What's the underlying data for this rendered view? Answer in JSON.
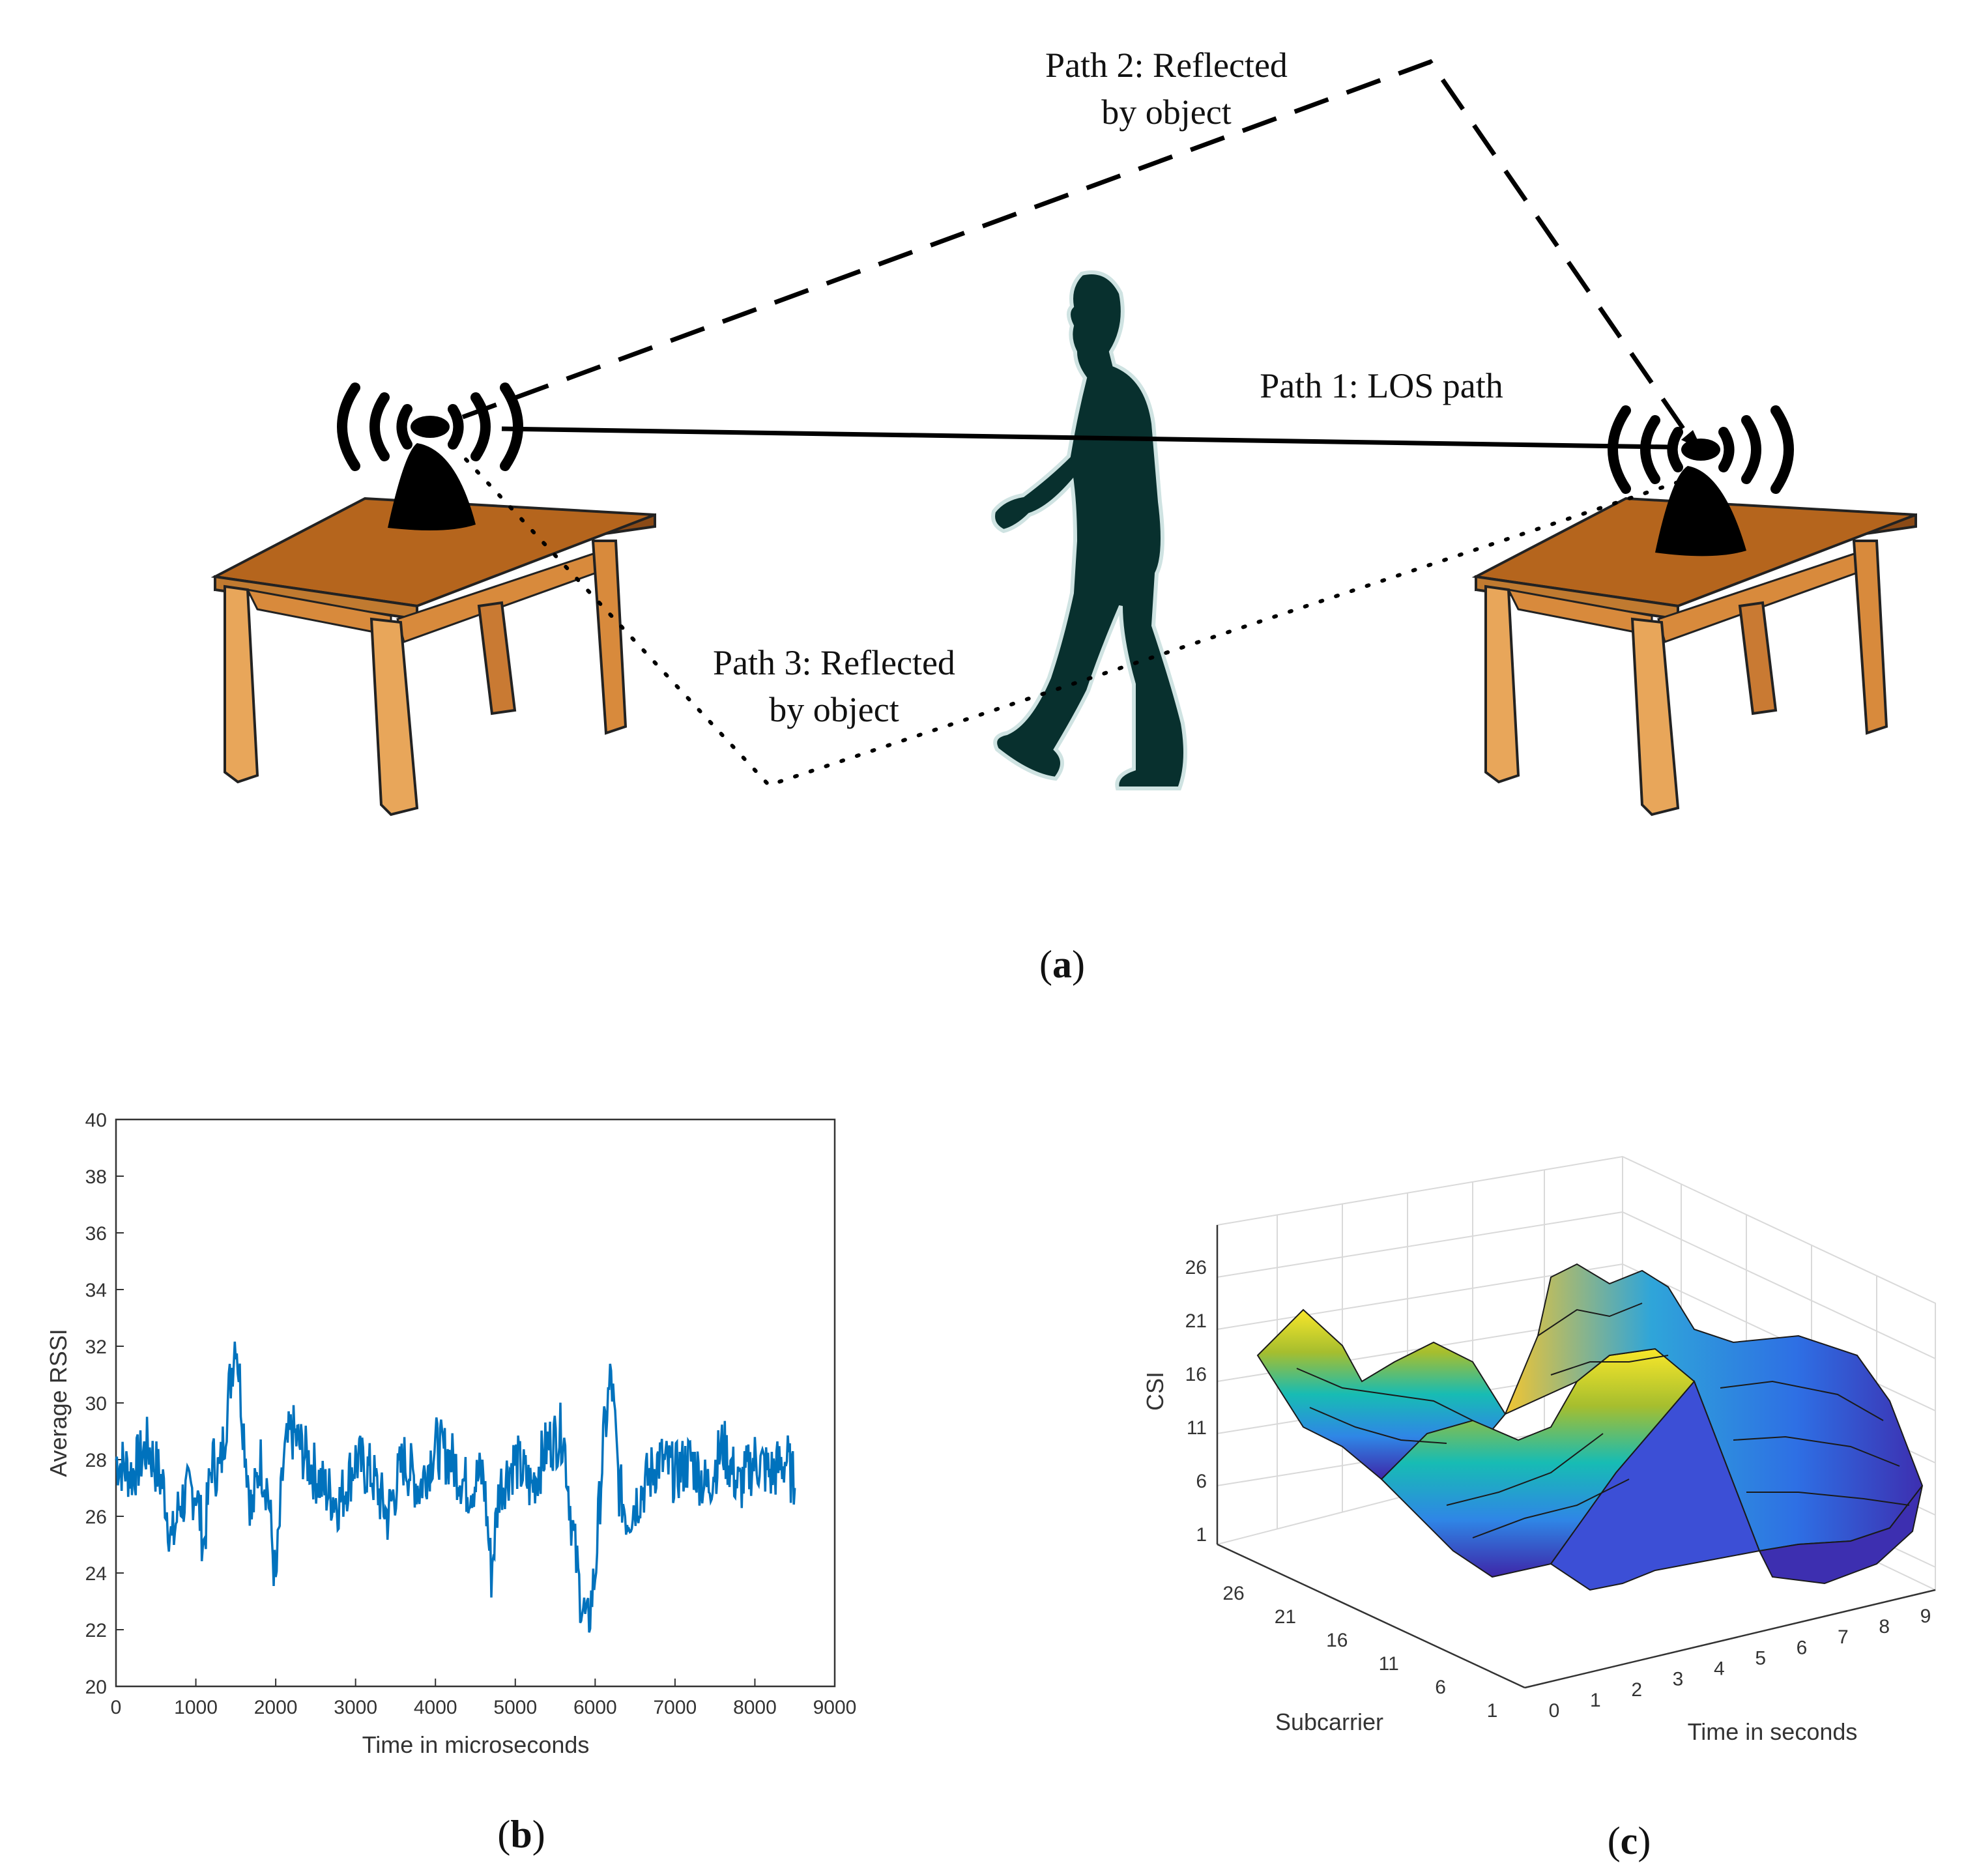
{
  "figure": {
    "panel_a": {
      "caption": "a",
      "path_labels": {
        "path2": [
          "Path 2: Reflected",
          "by object"
        ],
        "path1": [
          "Path 1: LOS path"
        ],
        "path3": [
          "Path 3: Reflected",
          "by object"
        ]
      }
    },
    "panel_b": {
      "caption": "b"
    },
    "panel_c": {
      "caption": "c"
    }
  },
  "colors": {
    "table_top": "#b5651d",
    "table_leg": "#e8a65a",
    "person": "#08302e",
    "rssi_line": "#0072bd",
    "text": "#111111"
  },
  "chart_data": [
    {
      "type": "line",
      "panel": "b",
      "xlabel": "Time in microseconds",
      "ylabel": "Average RSSI",
      "xlim": [
        0,
        9000
      ],
      "ylim": [
        20,
        40
      ],
      "xticks": [
        0,
        1000,
        2000,
        3000,
        4000,
        5000,
        6000,
        7000,
        8000,
        9000
      ],
      "yticks": [
        20,
        22,
        24,
        26,
        28,
        30,
        32,
        34,
        36,
        38,
        40
      ],
      "grid": false,
      "series": [
        {
          "x": [
            0,
            200,
            400,
            600,
            700,
            800,
            1000,
            1100,
            1200,
            1300,
            1400,
            1500,
            1600,
            1700,
            1800,
            1900,
            2000,
            2100,
            2200,
            2400,
            2600,
            2800,
            3000,
            3200,
            3400,
            3600,
            3800,
            4000,
            4200,
            4400,
            4600,
            4700,
            4800,
            5000,
            5200,
            5400,
            5600,
            5700,
            5800,
            5900,
            6000,
            6100,
            6200,
            6300,
            6400,
            6600,
            6800,
            7000,
            7200,
            7400,
            7600,
            7800,
            8000,
            8200,
            8400,
            8500
          ],
          "y": [
            28,
            27.5,
            28.5,
            27,
            25,
            26.5,
            27,
            25,
            28,
            27.5,
            30,
            32.5,
            29,
            26,
            28,
            27,
            23.5,
            28,
            29,
            28,
            27,
            26.5,
            28,
            27.5,
            26,
            28,
            27,
            28.5,
            28,
            27,
            27.5,
            24,
            27,
            28,
            27,
            28.5,
            29,
            26,
            23.5,
            22,
            24,
            28.5,
            31,
            27,
            26,
            27,
            28,
            27.5,
            28,
            27,
            28.5,
            27,
            28,
            27.5,
            28,
            27
          ]
        }
      ]
    },
    {
      "type": "surface",
      "panel": "c",
      "xlabel": "Time in seconds",
      "ylabel": "Subcarrier",
      "zlabel": "CSI",
      "xticks": [
        0,
        1,
        2,
        3,
        4,
        5,
        6,
        7,
        8,
        9
      ],
      "yticks": [
        1,
        6,
        11,
        16,
        21,
        26
      ],
      "zticks": [
        1,
        6,
        11,
        16,
        21,
        26
      ],
      "grid": true
    }
  ]
}
